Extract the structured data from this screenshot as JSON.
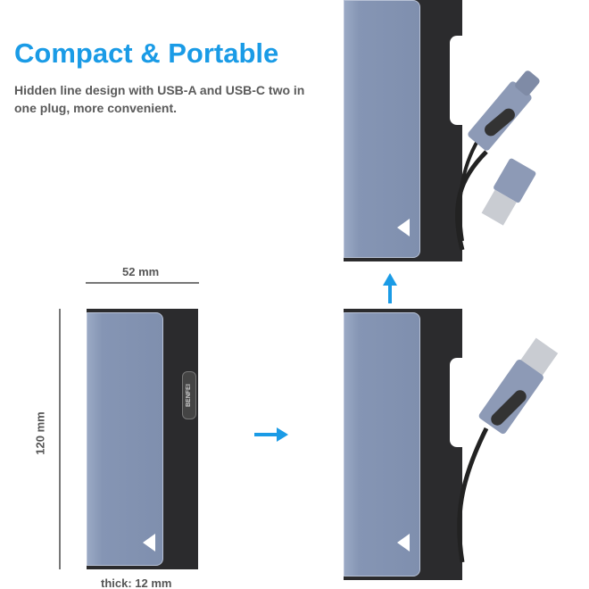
{
  "heading": "Compact & Portable",
  "description": "Hidden line design with USB-A and USB-C two in one plug, more convenient.",
  "dimensions": {
    "width": "52 mm",
    "height": "120 mm",
    "thickness": "thick: 12 mm"
  },
  "brand": "BENFEI",
  "colors": {
    "accent": "#1a9be6",
    "panel": "#8595b4",
    "body": "#2b2b2d"
  }
}
